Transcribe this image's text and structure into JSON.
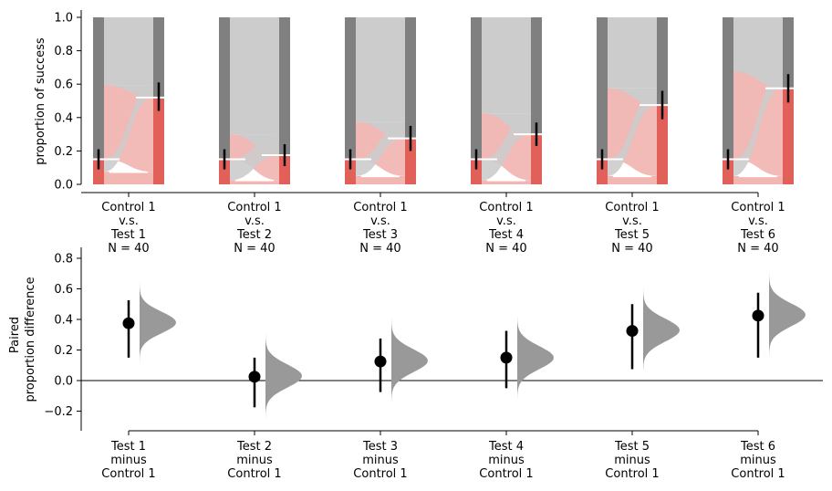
{
  "chart_data": [
    {
      "type": "sankey-bar",
      "ylabel": "proportion of success",
      "ylim": [
        0,
        1.0
      ],
      "yticks": [
        0.0,
        0.2,
        0.4,
        0.6,
        0.8,
        1.0
      ],
      "ytick_labels": [
        "0.0",
        "0.2",
        "0.4",
        "0.6",
        "0.8",
        "1.0"
      ],
      "colors": {
        "success": "#e1605a",
        "failure": "#808080",
        "flow_success": "#f2b7b3",
        "flow_failure": "#cccccc"
      },
      "groups": [
        {
          "label": [
            "Control 1",
            "v.s.",
            "Test 1",
            "N = 40"
          ],
          "control_success": 0.15,
          "test_success": 0.52,
          "stay_success": 0.075,
          "ctrl_ci": [
            0.09,
            0.21
          ],
          "test_ci": [
            0.44,
            0.61
          ]
        },
        {
          "label": [
            "Control 1",
            "v.s.",
            "Test 2",
            "N = 40"
          ],
          "control_success": 0.15,
          "test_success": 0.175,
          "stay_success": 0.025,
          "ctrl_ci": [
            0.09,
            0.21
          ],
          "test_ci": [
            0.11,
            0.24
          ]
        },
        {
          "label": [
            "Control 1",
            "v.s.",
            "Test 3",
            "N = 40"
          ],
          "control_success": 0.15,
          "test_success": 0.275,
          "stay_success": 0.05,
          "ctrl_ci": [
            0.09,
            0.21
          ],
          "test_ci": [
            0.2,
            0.35
          ]
        },
        {
          "label": [
            "Control 1",
            "v.s.",
            "Test 4",
            "N = 40"
          ],
          "control_success": 0.15,
          "test_success": 0.3,
          "stay_success": 0.025,
          "ctrl_ci": [
            0.09,
            0.21
          ],
          "test_ci": [
            0.23,
            0.37
          ]
        },
        {
          "label": [
            "Control 1",
            "v.s.",
            "Test 5",
            "N = 40"
          ],
          "control_success": 0.15,
          "test_success": 0.475,
          "stay_success": 0.05,
          "ctrl_ci": [
            0.09,
            0.21
          ],
          "test_ci": [
            0.39,
            0.56
          ]
        },
        {
          "label": [
            "Control 1",
            "v.s.",
            "Test 6",
            "N = 40"
          ],
          "control_success": 0.15,
          "test_success": 0.575,
          "stay_success": 0.05,
          "ctrl_ci": [
            0.09,
            0.21
          ],
          "test_ci": [
            0.49,
            0.66
          ]
        }
      ]
    },
    {
      "type": "estimation",
      "ylabel": [
        "Paired",
        "proportion difference"
      ],
      "ylim": [
        -0.33,
        0.88
      ],
      "yticks": [
        -0.2,
        0.0,
        0.2,
        0.4,
        0.6,
        0.8
      ],
      "ytick_labels": [
        "−0.2",
        "0.0",
        "0.2",
        "0.4",
        "0.6",
        "0.8"
      ],
      "reference_line": 0,
      "colors": {
        "distribution": "#999999",
        "point": "#000000"
      },
      "groups": [
        {
          "label": [
            "Test 1",
            "minus",
            "Control 1"
          ],
          "estimate": 0.375,
          "ci": [
            0.15,
            0.525
          ],
          "dist_range": [
            0.02,
            0.73
          ],
          "dist_mode": 0.38,
          "dist_sd": 0.07
        },
        {
          "label": [
            "Test 2",
            "minus",
            "Control 1"
          ],
          "estimate": 0.025,
          "ci": [
            -0.175,
            0.15
          ],
          "dist_range": [
            -0.25,
            0.32
          ],
          "dist_mode": 0.03,
          "dist_sd": 0.075
        },
        {
          "label": [
            "Test 3",
            "minus",
            "Control 1"
          ],
          "estimate": 0.125,
          "ci": [
            -0.075,
            0.275
          ],
          "dist_range": [
            -0.17,
            0.43
          ],
          "dist_mode": 0.13,
          "dist_sd": 0.075
        },
        {
          "label": [
            "Test 4",
            "minus",
            "Control 1"
          ],
          "estimate": 0.15,
          "ci": [
            -0.05,
            0.325
          ],
          "dist_range": [
            -0.18,
            0.48
          ],
          "dist_mode": 0.15,
          "dist_sd": 0.075
        },
        {
          "label": [
            "Test 5",
            "minus",
            "Control 1"
          ],
          "estimate": 0.325,
          "ci": [
            0.075,
            0.5
          ],
          "dist_range": [
            -0.08,
            0.66
          ],
          "dist_mode": 0.33,
          "dist_sd": 0.075
        },
        {
          "label": [
            "Test 6",
            "minus",
            "Control 1"
          ],
          "estimate": 0.425,
          "ci": [
            0.15,
            0.575
          ],
          "dist_range": [
            0.05,
            0.8
          ],
          "dist_mode": 0.43,
          "dist_sd": 0.075
        }
      ]
    }
  ]
}
